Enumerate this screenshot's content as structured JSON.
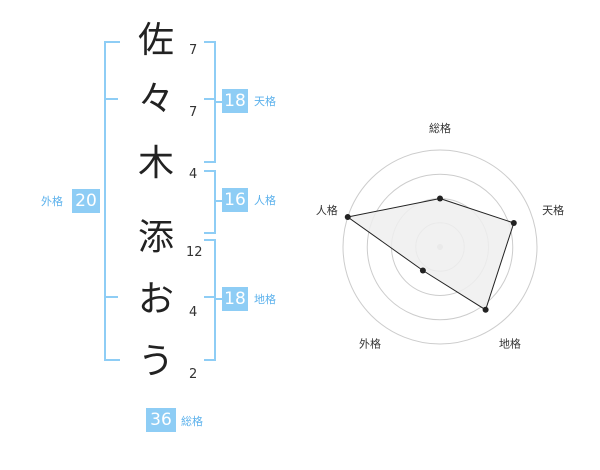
{
  "name": {
    "chars": [
      "佐",
      "々",
      "木",
      "添",
      "お",
      "う"
    ],
    "strokes": [
      "7",
      "7",
      "4",
      "12",
      "4",
      "2"
    ]
  },
  "fortune": {
    "tenkaku": {
      "label": "天格",
      "value": "18"
    },
    "jinkaku": {
      "label": "人格",
      "value": "16"
    },
    "chikaku": {
      "label": "地格",
      "value": "18"
    },
    "gaikaku": {
      "label": "外格",
      "value": "20"
    },
    "soukaku": {
      "label": "総格",
      "value": "36"
    }
  },
  "chart_data": {
    "type": "radar",
    "axes": [
      "総格",
      "天格",
      "地格",
      "外格",
      "人格"
    ],
    "values": [
      0.5,
      0.8,
      0.8,
      0.3,
      1.0
    ],
    "max": 1.0,
    "rings": 4,
    "colors": {
      "fill": "#efefef",
      "line": "#222222",
      "grid": "#cccccc"
    }
  }
}
